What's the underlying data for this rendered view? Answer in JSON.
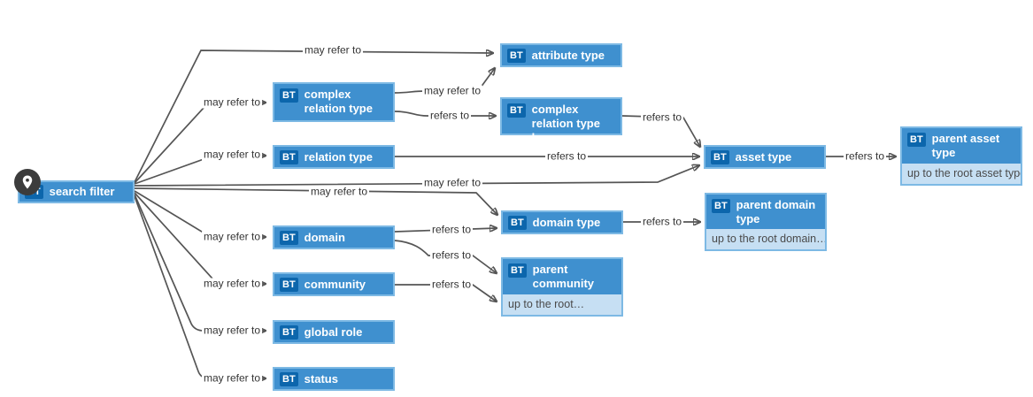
{
  "badge": "BT",
  "nodes": {
    "search_filter": {
      "label": "search filter"
    },
    "attribute_type": {
      "label": "attribute type"
    },
    "complex_relation_type": {
      "label": "complex relation type"
    },
    "complex_relation_type_leg": {
      "label": "complex relation type leg"
    },
    "relation_type": {
      "label": "relation type"
    },
    "asset_type": {
      "label": "asset type"
    },
    "parent_asset_type": {
      "label": "parent asset type",
      "note": "up to the root asset type"
    },
    "domain_type": {
      "label": "domain type"
    },
    "parent_domain_type": {
      "label": "parent domain type",
      "note": "up to the root domain…"
    },
    "domain": {
      "label": "domain"
    },
    "parent_community": {
      "label": "parent community",
      "note": "up to the root…"
    },
    "community": {
      "label": "community"
    },
    "global_role": {
      "label": "global role"
    },
    "status": {
      "label": "status"
    }
  },
  "edges": {
    "search_filter__attribute_type": {
      "label": "may refer to"
    },
    "search_filter__complex_relation_type": {
      "label": "may refer to"
    },
    "complex_relation_type__attribute_type": {
      "label": "may refer to"
    },
    "complex_relation_type__complex_relation_type_leg": {
      "label": "refers to"
    },
    "search_filter__relation_type": {
      "label": "may refer to"
    },
    "relation_type__asset_type": {
      "label": "refers to"
    },
    "complex_relation_type_leg__asset_type": {
      "label": "refers to"
    },
    "asset_type__parent_asset_type": {
      "label": "refers to"
    },
    "search_filter__asset_type": {
      "label": "may refer to"
    },
    "search_filter__domain_type": {
      "label": "may refer to"
    },
    "domain__domain_type": {
      "label": "refers to"
    },
    "domain_type__parent_domain_type": {
      "label": "refers to"
    },
    "domain__parent_community": {
      "label": "refers to"
    },
    "search_filter__domain": {
      "label": "may refer to"
    },
    "community__parent_community": {
      "label": "refers to"
    },
    "search_filter__community": {
      "label": "may refer to"
    },
    "search_filter__global_role": {
      "label": "may refer to"
    },
    "search_filter__status": {
      "label": "may refer to"
    }
  },
  "colors": {
    "node_fill": "#3f90cf",
    "node_border": "#7db9e4",
    "badge_bg": "#0c66ac",
    "note_bg": "#c6dff3",
    "note_text": "#4a4a4a",
    "edge": "#555555",
    "edge_label_text": "#333333",
    "pin_bg": "#3c3c3c"
  }
}
